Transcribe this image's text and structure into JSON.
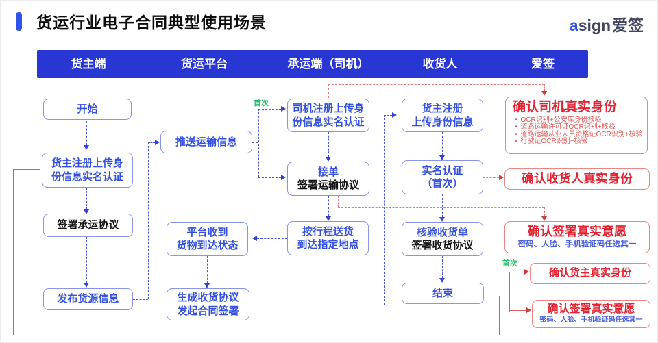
{
  "header": {
    "title": "货运行业电子合同典型使用场景"
  },
  "logo": {
    "accent": "a",
    "rest": "sign",
    "suffix": "爱签"
  },
  "columns": [
    "货主端",
    "货运平台",
    "承运端（司机）",
    "收货人",
    "爱签"
  ],
  "annotations": {
    "first_time_driver": "首次",
    "first_time_shipper": "首次"
  },
  "nodes": {
    "start": {
      "lines": [
        "开始"
      ]
    },
    "shipper_register": {
      "lines": [
        "货主注册上传身",
        "份信息实名认证"
      ]
    },
    "sign_carriage": {
      "lines": [
        "签署承运协议"
      ]
    },
    "publish_supply": {
      "lines": [
        "发布货源信息"
      ]
    },
    "push_transport": {
      "lines": [
        "推送运输信息"
      ]
    },
    "platform_receive": {
      "lines": [
        "平台收到",
        "货物到达状态"
      ]
    },
    "generate_receipt": {
      "lines": [
        "生成收货协议",
        "发起合同签署"
      ]
    },
    "driver_register": {
      "lines": [
        "司机注册上传身",
        "份信息实名认证"
      ]
    },
    "take_order": {
      "line1": "接单",
      "line2": "签署运输协议"
    },
    "deliver": {
      "lines": [
        "按行程送货",
        "到达指定地点"
      ]
    },
    "consignee_register": {
      "lines": [
        "货主注册",
        "上传身份信息"
      ]
    },
    "realname_auth": {
      "lines": [
        "实名认证",
        "（首次）"
      ]
    },
    "verify_receipt": {
      "line1": "核验收货单",
      "line2": "签署收货协议"
    },
    "end": {
      "lines": [
        "结束"
      ]
    }
  },
  "asign_services": {
    "driver_identity": {
      "title": "确认司机真实身份",
      "bullets": [
        "OCR识别+公安库身份核验",
        "道路运输许可证OCR识别+核验",
        "道路运输从业人员资格证OCR识别+核验",
        "行驶证OCR识别+核验"
      ]
    },
    "consignee_identity": {
      "title": "确认收货人真实身份"
    },
    "sign_will_mid": {
      "title": "确认签署真实意愿",
      "subtitle": "密码、人脸、手机验证码任选其一"
    },
    "shipper_identity": {
      "title": "确认货主真实身份"
    },
    "sign_will_bottom": {
      "title": "确认签署真实意愿",
      "subtitle": "密码、人脸、手机验证码任选其一"
    }
  },
  "colors": {
    "band_blue": "#2836d4",
    "accent_blue": "#2f54eb",
    "node_text_blue": "#3350e2",
    "alert_red": "#e42231",
    "success_green": "#2fbf6f"
  }
}
